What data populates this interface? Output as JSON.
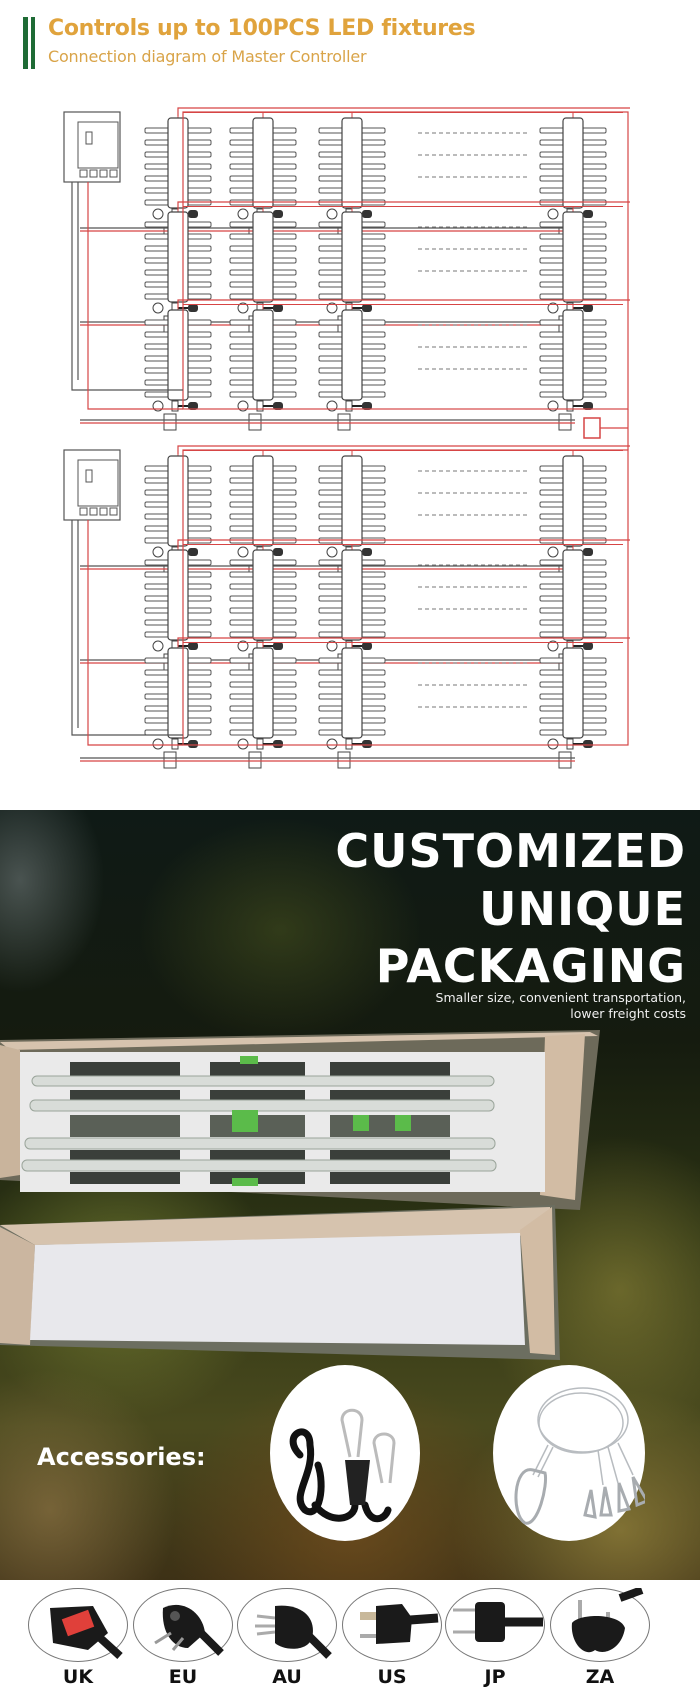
{
  "header": {
    "title": "Controls up to 100PCS LED fixtures",
    "subtitle": "Connection diagram of Master Controller",
    "accent_color": "#1e6b35",
    "title_color": "#e0a33c"
  },
  "diagram": {
    "description": "Connection diagram: two master controllers each daisy-chaining three rows of LED grow-light fixtures",
    "controllers": 2,
    "rows_per_controller": 3,
    "fixtures_per_row_shown": 4,
    "ellipsis": "-------------------",
    "wire_colors": {
      "signal": "#d64545",
      "power": "#555555"
    }
  },
  "packaging": {
    "title_lines": [
      "CUSTOMIZED",
      "UNIQUE",
      "PACKAGING"
    ],
    "subtitle_lines": [
      "Smaller size, convenient transportation,",
      "lower freight costs"
    ],
    "accessories_label": "Accessories:",
    "accessories": [
      {
        "name": "rope-ratchet-hanger"
      },
      {
        "name": "steel-wire-hanging-kit"
      }
    ]
  },
  "plugs": [
    {
      "label": "UK"
    },
    {
      "label": "EU"
    },
    {
      "label": "AU"
    },
    {
      "label": "US"
    },
    {
      "label": "JP"
    },
    {
      "label": "ZA"
    }
  ]
}
